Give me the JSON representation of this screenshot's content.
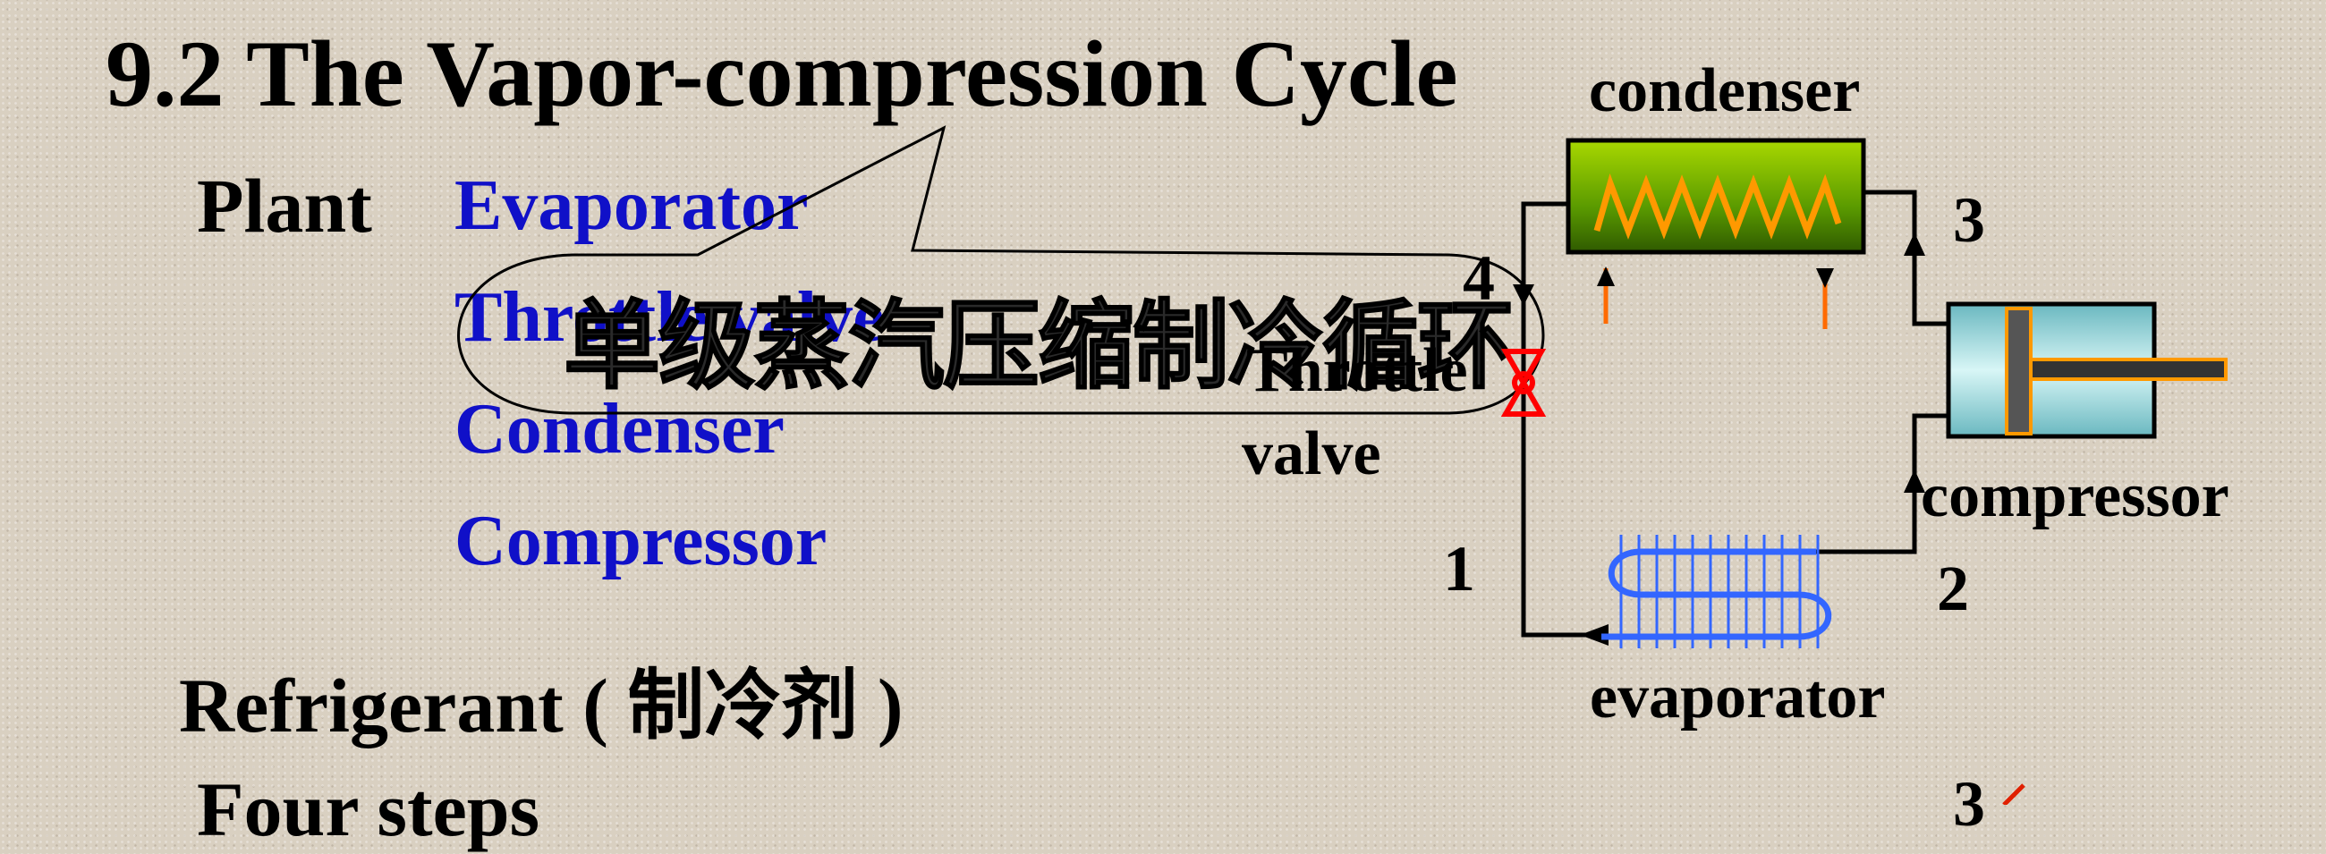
{
  "title": "9.2 The Vapor-compression Cycle",
  "plant_label": "Plant",
  "components": [
    "Evaporator",
    "Throttle valve",
    "Condenser",
    "Compressor"
  ],
  "callout": "单级蒸汽压缩制冷循环",
  "refrigerant": "Refrigerant ( 制冷剂 )",
  "steps_partial": "Four steps",
  "diagram": {
    "condenser": "condenser",
    "throttle_line1": "Throttle",
    "throttle_line2": "valve",
    "compressor": "compressor",
    "evaporator": "evaporator",
    "state_1": "1",
    "state_2": "2",
    "state_3": "3",
    "state_4": "4",
    "bottom_state": "3"
  },
  "colors": {
    "component_text": "#1010c8",
    "condenser_green": "#5a9a00",
    "coil_orange": "#ff9900",
    "evaporator_blue": "#3366ff",
    "valve_red": "#ff0000",
    "compressor_cyan": "#9fdfe0"
  }
}
